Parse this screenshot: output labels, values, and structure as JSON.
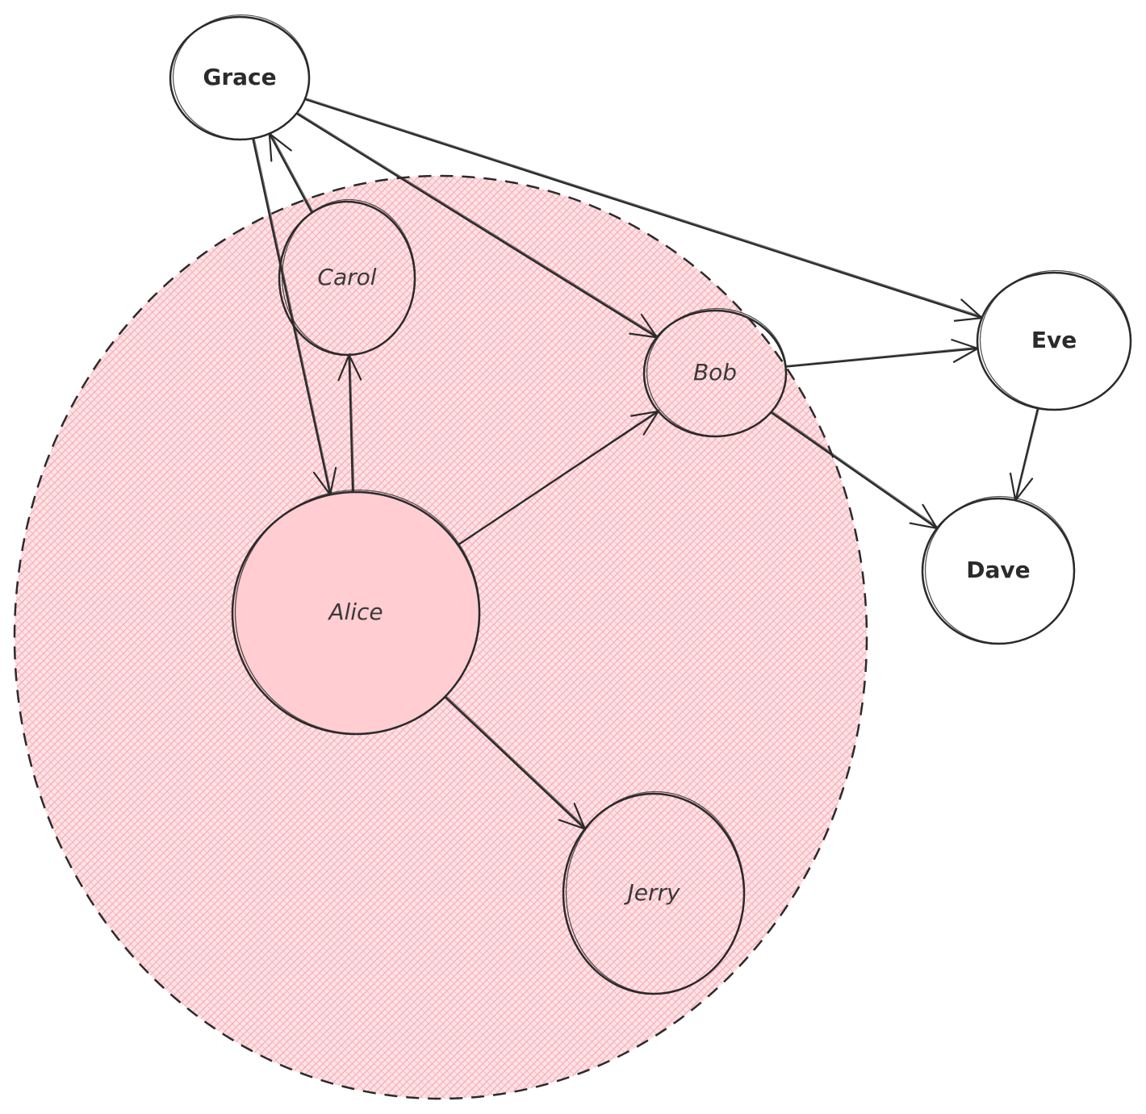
{
  "colors": {
    "stroke": "#2b2b2b",
    "group_fill": "#ffd6da",
    "hatch": "#f5a3ad",
    "alice_fill": "#ffcdd2",
    "node_fill": "#ffffff"
  },
  "group": {
    "style": "dashed-circle-hatched",
    "members": [
      "carol",
      "bob",
      "alice",
      "jerry"
    ]
  },
  "nodes": [
    {
      "id": "grace",
      "label": "Grace",
      "style": "bold",
      "fill": "white"
    },
    {
      "id": "carol",
      "label": "Carol",
      "style": "light",
      "fill": "transparent"
    },
    {
      "id": "bob",
      "label": "Bob",
      "style": "light",
      "fill": "transparent"
    },
    {
      "id": "eve",
      "label": "Eve",
      "style": "bold",
      "fill": "white"
    },
    {
      "id": "dave",
      "label": "Dave",
      "style": "bold",
      "fill": "white"
    },
    {
      "id": "alice",
      "label": "Alice",
      "style": "light",
      "fill": "pink"
    },
    {
      "id": "jerry",
      "label": "Jerry",
      "style": "light",
      "fill": "transparent"
    }
  ],
  "edges": [
    {
      "from": "grace",
      "to": "alice"
    },
    {
      "from": "grace",
      "to": "bob"
    },
    {
      "from": "grace",
      "to": "eve"
    },
    {
      "from": "carol",
      "to": "grace"
    },
    {
      "from": "alice",
      "to": "carol"
    },
    {
      "from": "alice",
      "to": "bob"
    },
    {
      "from": "alice",
      "to": "jerry"
    },
    {
      "from": "bob",
      "to": "eve"
    },
    {
      "from": "bob",
      "to": "dave"
    },
    {
      "from": "eve",
      "to": "dave"
    }
  ]
}
